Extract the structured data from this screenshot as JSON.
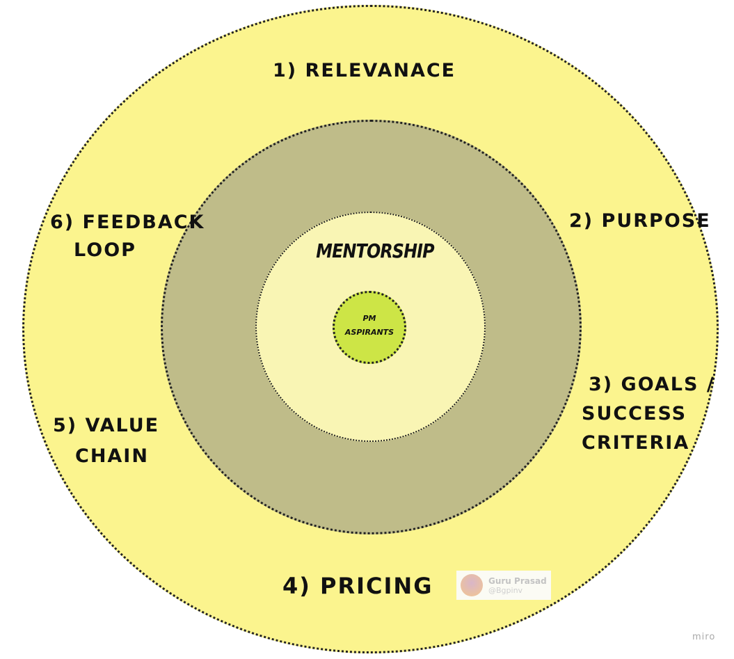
{
  "diagram": {
    "center": {
      "line1": "PM",
      "line2": "ASPIRANTS"
    },
    "inner_title": "MENTORSHIP",
    "outer_labels": {
      "relevance": "1) RELEVANACE",
      "purpose": "2) PURPOSE",
      "goals_line1": "3) GOALS /",
      "goals_line2": "SUCCESS",
      "goals_line3": "CRITERIA",
      "pricing": "4) PRICING",
      "value_line1": "5) VALUE",
      "value_line2": "CHAIN",
      "feedback_line1": "6) FEEDBACK",
      "feedback_line2": "LOOP"
    },
    "colors": {
      "outer": "#fbf48e",
      "middle": "#bfbc89",
      "inner": "#f9f5b4",
      "core": "#cde546"
    }
  },
  "author_card": {
    "name": "Guru Prasad",
    "handle": "@Bgpinv"
  },
  "watermark": "miro"
}
